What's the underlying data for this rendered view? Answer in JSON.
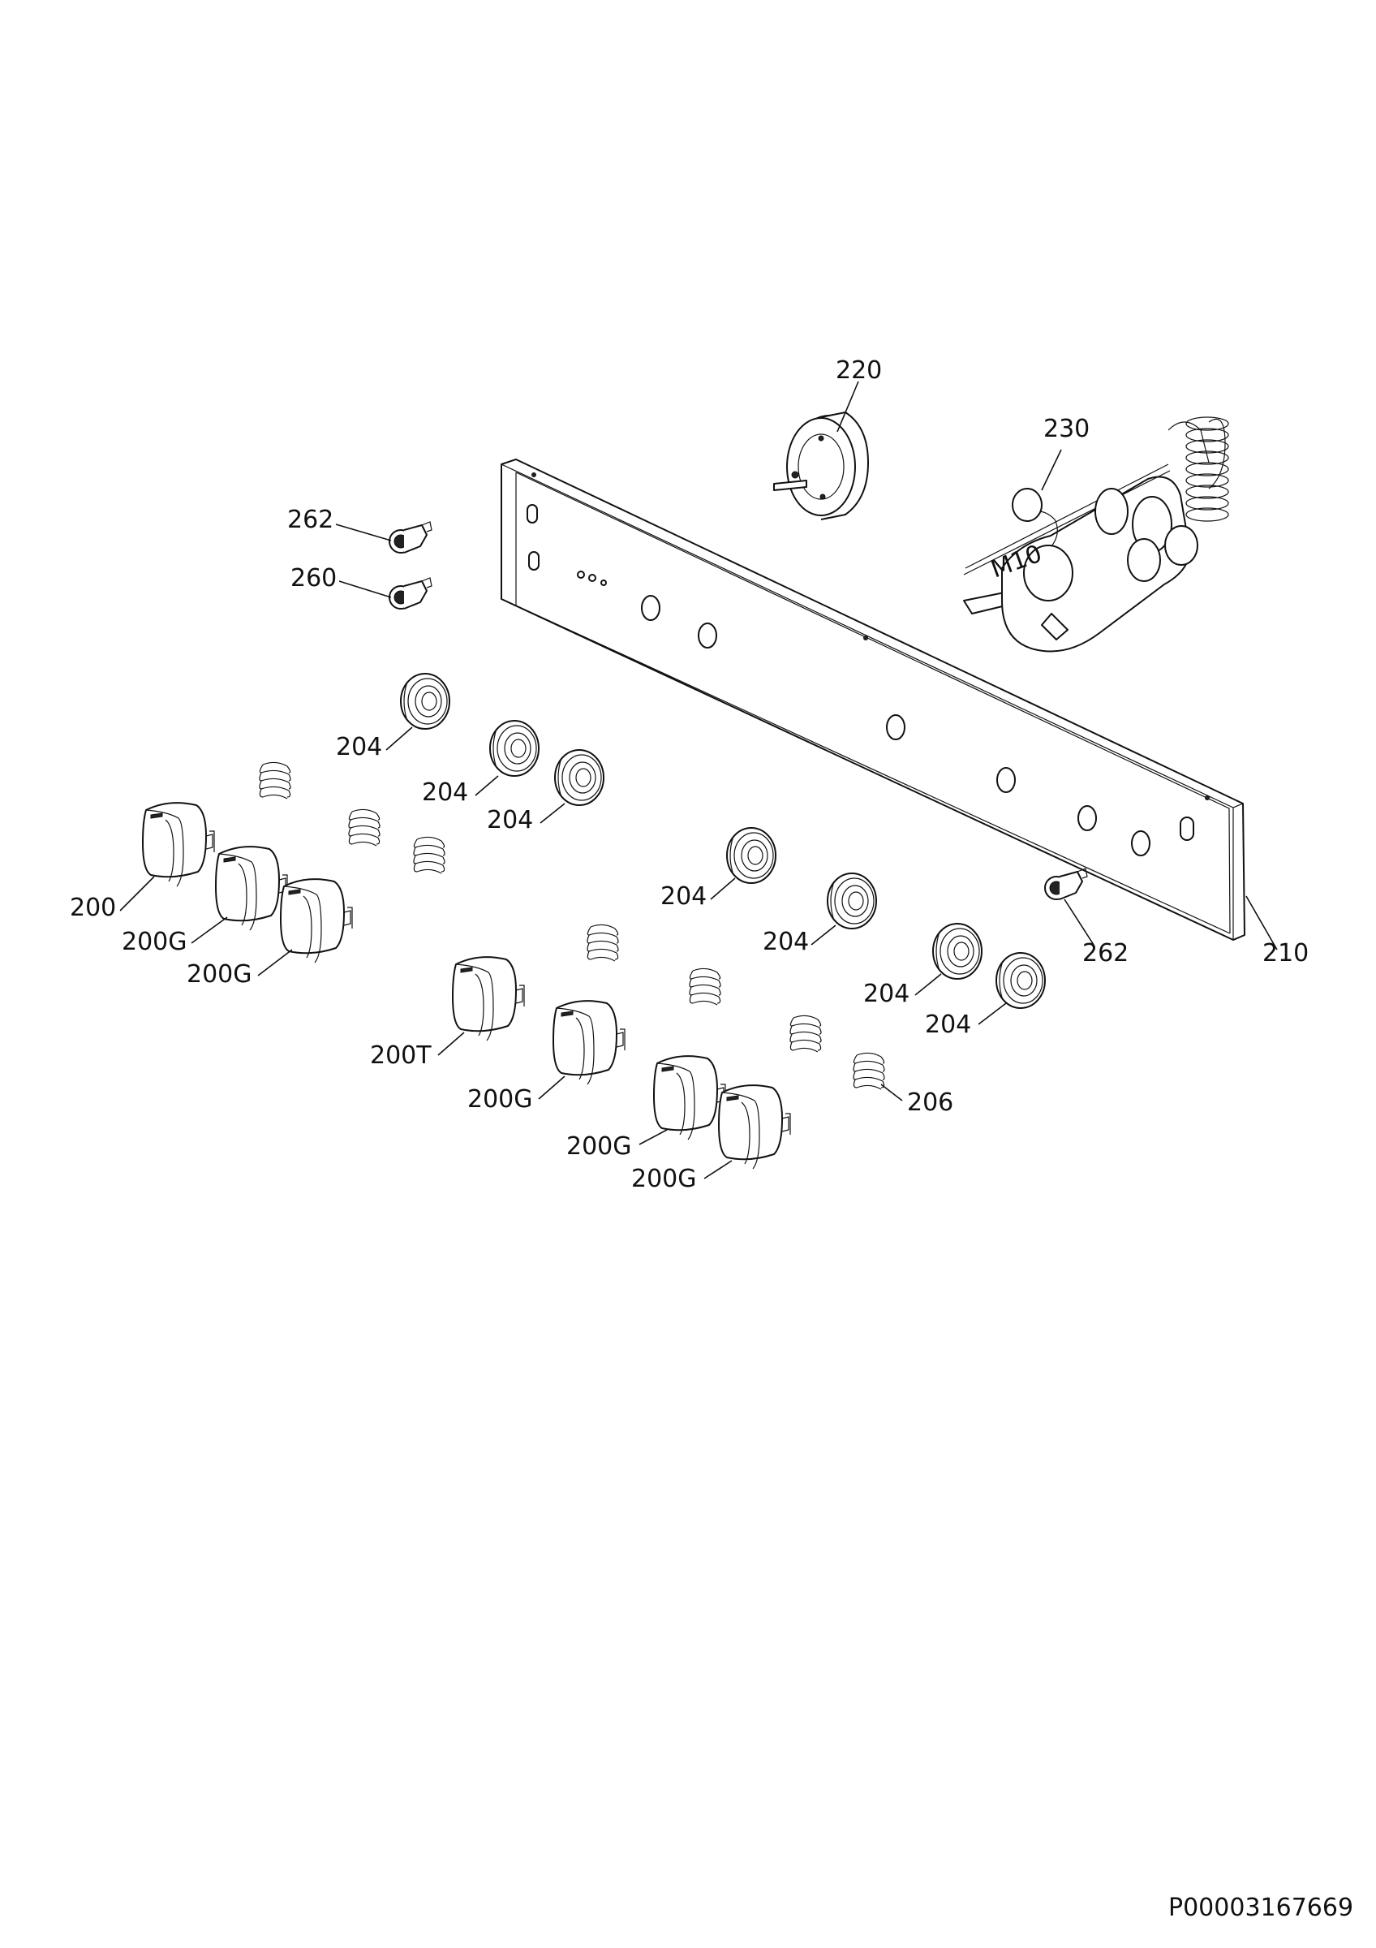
{
  "parts": {
    "p220": "220",
    "p230": "230",
    "p262a": "262",
    "p260": "260",
    "p204a": "204",
    "p204b": "204",
    "p204c": "204",
    "p200": "200",
    "p200g_a": "200G",
    "p200g_b": "200G",
    "p204d": "204",
    "p204e": "204",
    "p262b": "262",
    "p210": "210",
    "p204f": "204",
    "p204g": "204",
    "p200t": "200T",
    "p200g_c": "200G",
    "p206": "206",
    "p200g_d": "200G",
    "p200g_e": "200G"
  },
  "document_code": "P00003167669"
}
